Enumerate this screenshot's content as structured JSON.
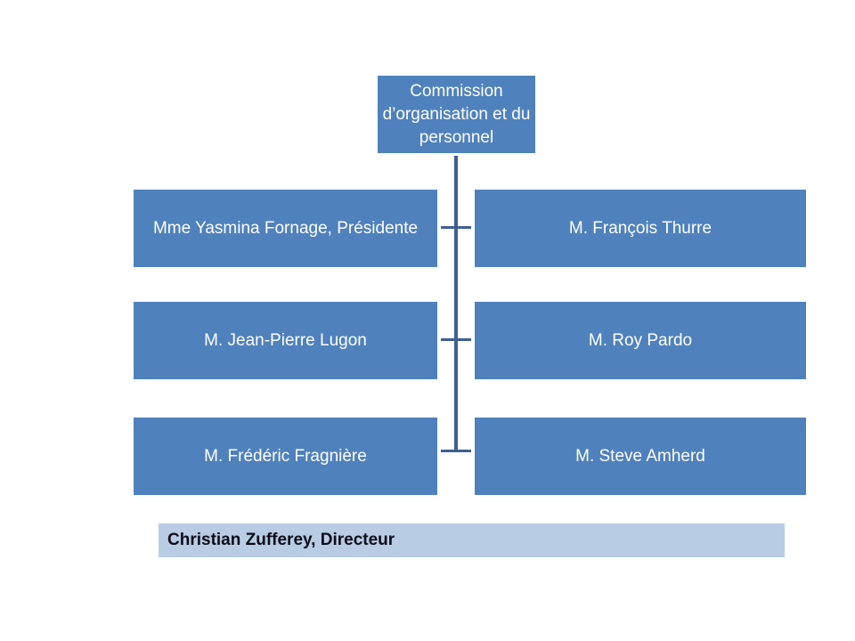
{
  "org_chart": {
    "root": {
      "label": "Commission d’organisation et du personnel"
    },
    "members": [
      {
        "label": "Mme Yasmina Fornage, Présidente",
        "side": "left",
        "row": 1
      },
      {
        "label": "M. François Thurre",
        "side": "right",
        "row": 1
      },
      {
        "label": "M. Jean-Pierre Lugon",
        "side": "left",
        "row": 2
      },
      {
        "label": "M. Roy Pardo",
        "side": "right",
        "row": 2
      },
      {
        "label": "M. Frédéric Fragnière",
        "side": "left",
        "row": 3
      },
      {
        "label": "M. Steve Amherd",
        "side": "right",
        "row": 3
      }
    ],
    "director": {
      "label": "Christian Zufferey, Directeur"
    },
    "colors": {
      "box_fill": "#4f81bd",
      "box_text": "#ffffff",
      "connector": "#3e5f93",
      "director_fill": "#b8cce4",
      "director_text": "#0d0d1a"
    }
  }
}
